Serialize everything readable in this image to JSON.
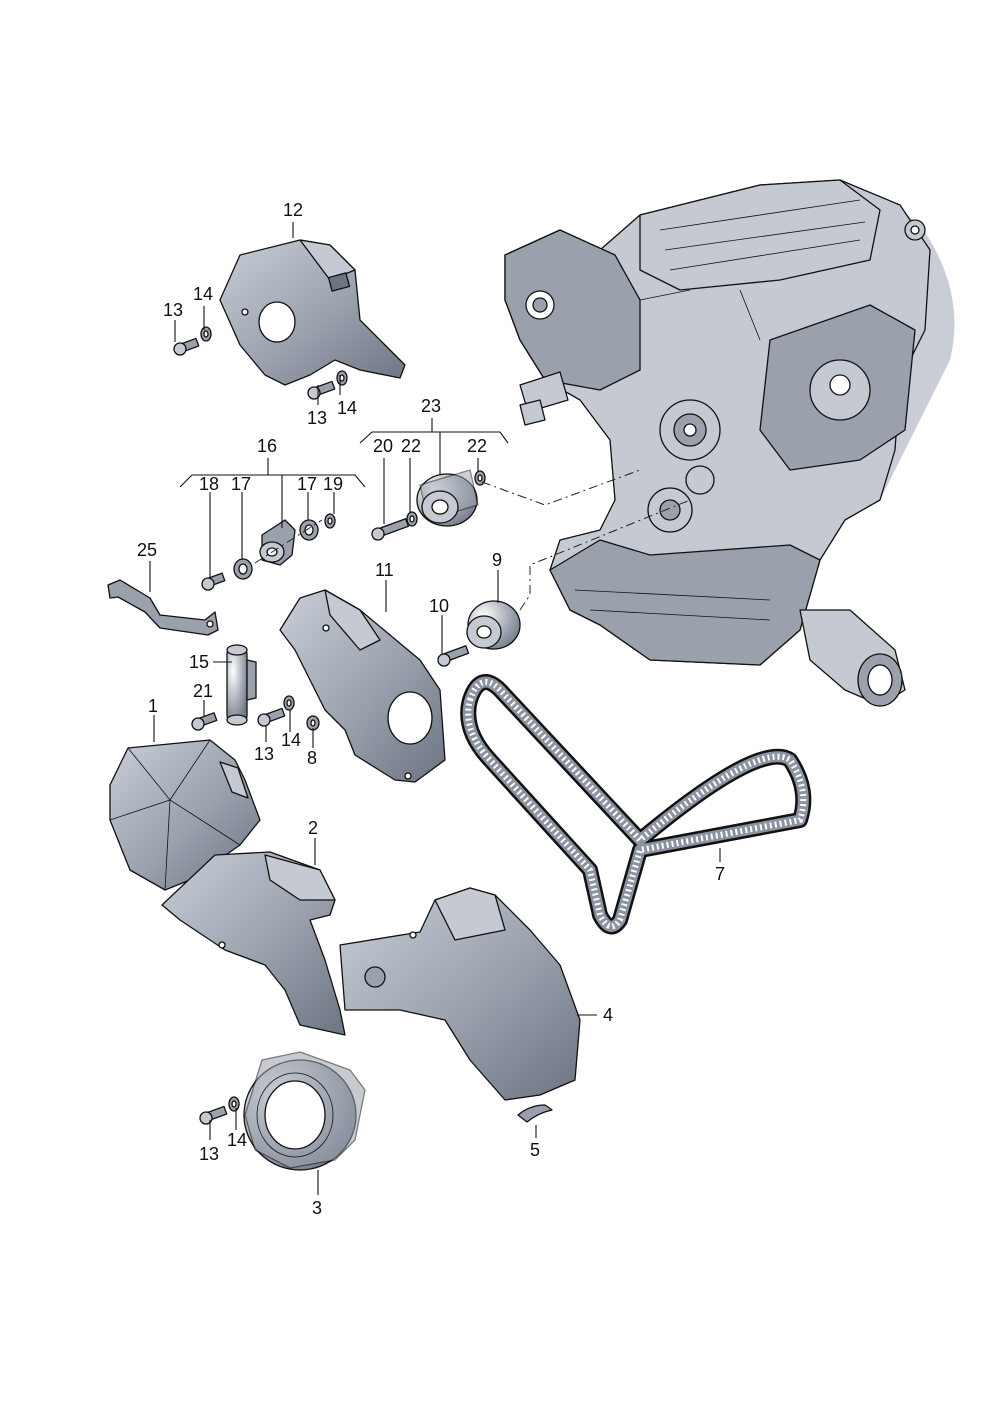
{
  "colors": {
    "part_fill": "#9aa1ad",
    "part_light": "#c4c9d2",
    "part_dark": "#6d7482",
    "engine_shadow": "#c9cdd6",
    "line": "#111111"
  },
  "labels": {
    "l1": "1",
    "l2": "2",
    "l3": "3",
    "l4": "4",
    "l5": "5",
    "l7": "7",
    "l8": "8",
    "l9": "9",
    "l10": "10",
    "l11": "11",
    "l12": "12",
    "l13": "13",
    "l14": "14",
    "l15": "15",
    "l16": "16",
    "l17": "17",
    "l18": "18",
    "l19": "19",
    "l20": "20",
    "l21": "21",
    "l22": "22",
    "l23": "23",
    "l25": "25"
  }
}
